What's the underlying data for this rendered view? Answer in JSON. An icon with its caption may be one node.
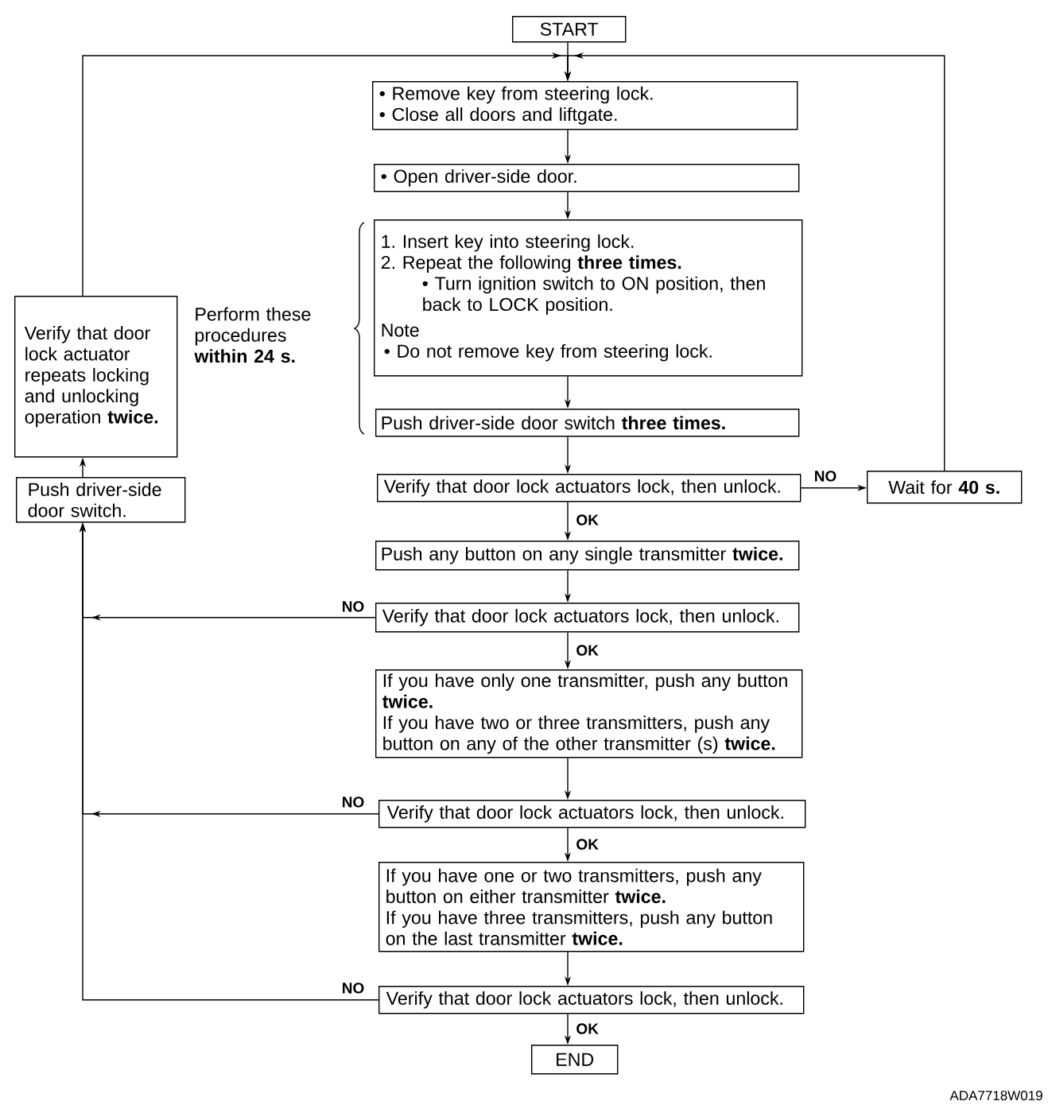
{
  "diagram": {
    "nodes": [
      {
        "text": [
          "START"
        ]
      },
      {
        "text": [
          "• Remove key from steering lock.",
          "• Close all doors and liftgate."
        ]
      },
      {
        "text": [
          "• Open driver-side door."
        ]
      },
      {
        "text": [
          "1. Insert key into steering lock.",
          "2. Repeat the following **three times.**",
          "• Turn ignition switch to ON position, then back to LOCK position.",
          "Note",
          "• Do not remove key from steering lock."
        ]
      },
      {
        "text": [
          "Push driver-side door switch **three times.**"
        ]
      },
      {
        "text": [
          "Verify that door lock actuators lock, then unlock."
        ]
      },
      {
        "text": [
          "Wait for **40 s.**"
        ]
      },
      {
        "text": [
          "Push any button on any single transmitter **twice.**"
        ]
      },
      {
        "text": [
          "Verify that door lock actuators lock, then unlock."
        ]
      },
      {
        "text": [
          "If you have only one transmitter, push any button **twice.**",
          "If you have two or three transmitters, push any button on any of the other transmitter (s) **twice.**"
        ]
      },
      {
        "text": [
          "Verify that door lock actuators lock, then unlock."
        ]
      },
      {
        "text": [
          "If you have one or two transmitters, push any button on either transmitter **twice.**",
          "If you have three transmitters, push any button on the last transmitter **twice.**"
        ]
      },
      {
        "text": [
          "Verify that door lock actuators lock, then unlock."
        ]
      },
      {
        "text": [
          "END"
        ]
      },
      {
        "text": [
          "Push driver-side door switch."
        ]
      },
      {
        "text": [
          "Verify that door lock actuator repeats locking and unlocking operation **twice.**"
        ]
      }
    ],
    "edges": [
      {
        "from": 0,
        "to": 1,
        "arrow": "to"
      },
      {
        "from": 15,
        "to": 1,
        "arrow": "to"
      },
      {
        "from": 6,
        "to": 1,
        "arrow": "to"
      },
      {
        "from": 1,
        "to": 2,
        "arrow": "to"
      },
      {
        "from": 2,
        "to": 3,
        "arrow": "to"
      },
      {
        "from": 3,
        "to": 4,
        "arrow": "to"
      },
      {
        "from": 4,
        "to": 5,
        "arrow": "to"
      },
      {
        "from": 5,
        "to": 6,
        "arrow": "to",
        "label": "NO"
      },
      {
        "from": 5,
        "to": 7,
        "arrow": "to",
        "label": "OK"
      },
      {
        "from": 7,
        "to": 8,
        "arrow": "to"
      },
      {
        "from": 8,
        "to": 9,
        "arrow": "to",
        "label": "OK"
      },
      {
        "from": 8,
        "to": 14,
        "arrow": "to",
        "label": "NO"
      },
      {
        "from": 9,
        "to": 10,
        "arrow": "to"
      },
      {
        "from": 10,
        "to": 11,
        "arrow": "to",
        "label": "OK"
      },
      {
        "from": 10,
        "to": 14,
        "arrow": "to",
        "label": "NO"
      },
      {
        "from": 11,
        "to": 12,
        "arrow": "to"
      },
      {
        "from": 12,
        "to": 13,
        "arrow": "to",
        "label": "OK"
      },
      {
        "from": 12,
        "to": 14,
        "arrow": "to",
        "label": "NO"
      },
      {
        "from": 14,
        "to": 15,
        "arrow": "to"
      }
    ],
    "labels": [
      "Perform these procedures **within 24 s.**",
      "ADA7718W019"
    ]
  }
}
